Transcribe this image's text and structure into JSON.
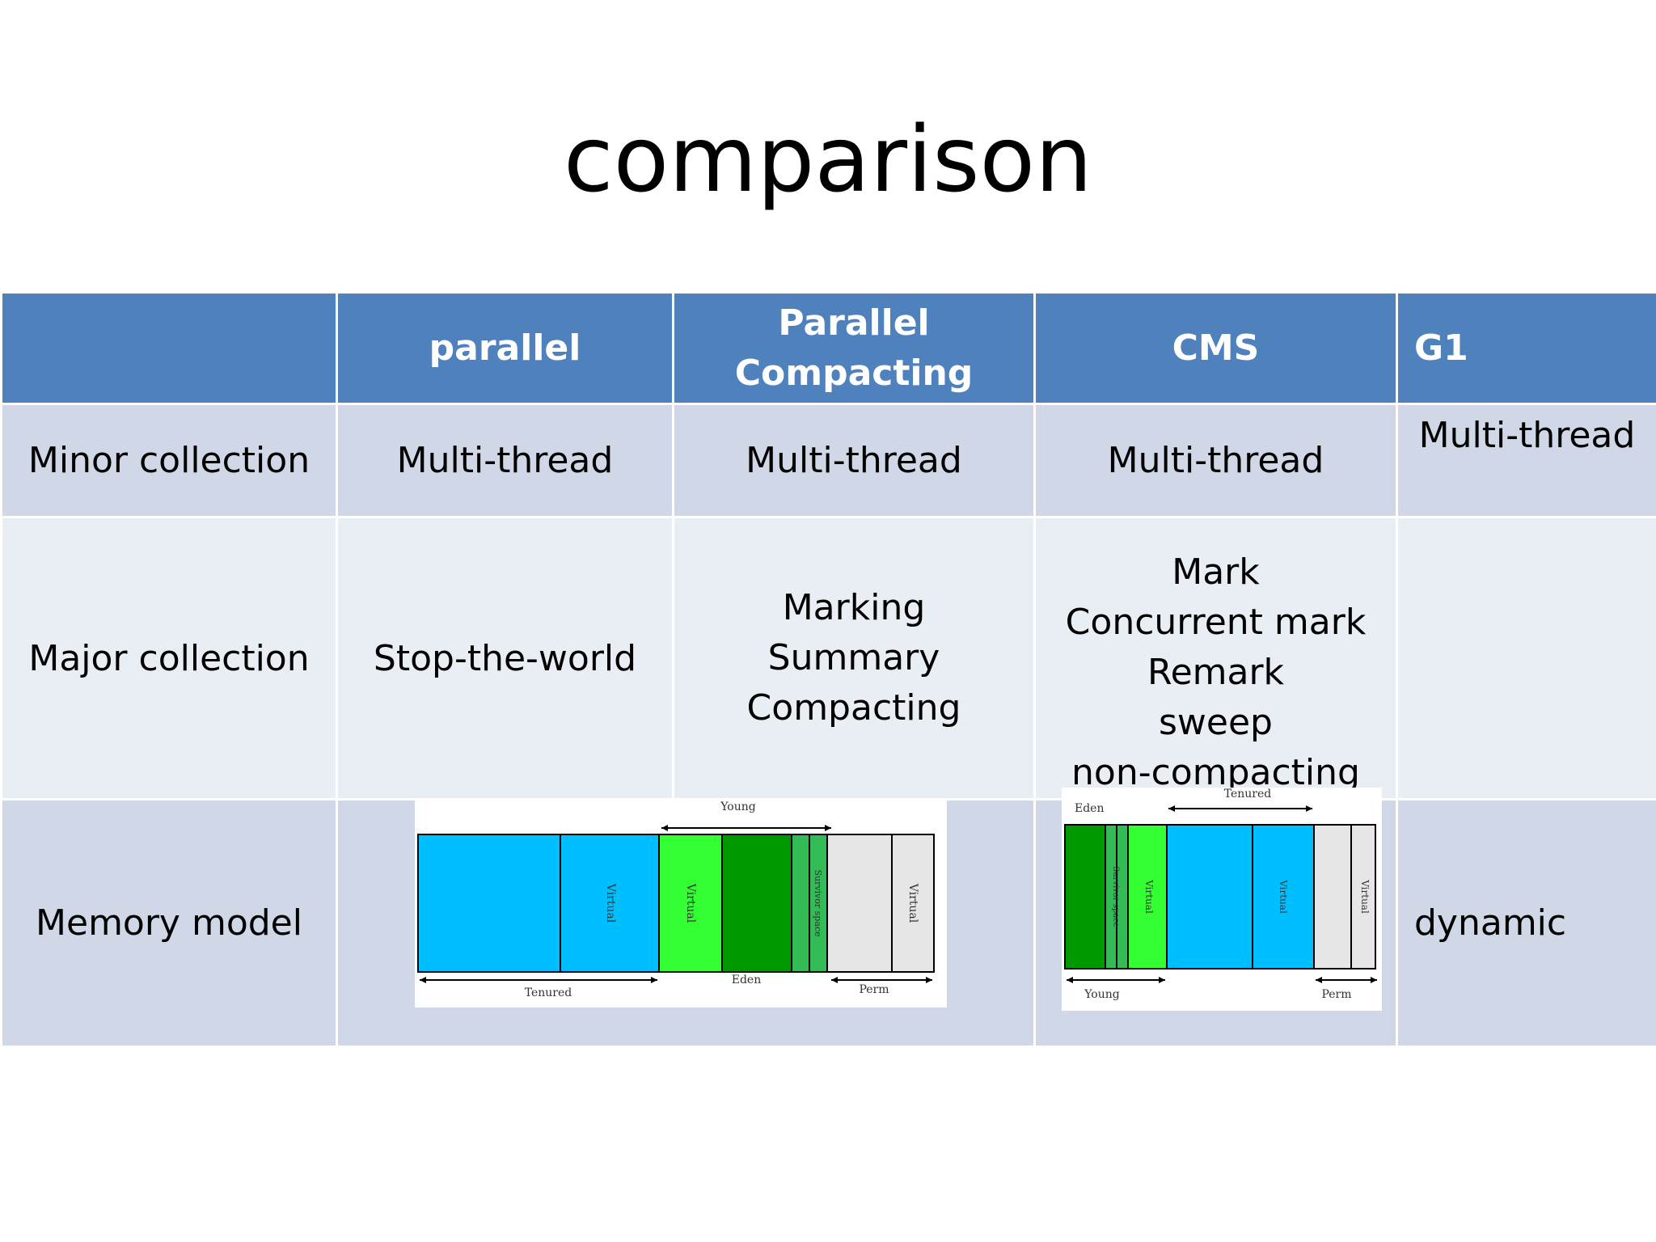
{
  "title": "comparison",
  "table": {
    "headers": [
      "",
      "parallel",
      "Parallel Compacting",
      "CMS",
      "G1"
    ],
    "header_parallel_compacting_lines": [
      "Parallel",
      "Compacting"
    ],
    "rows": {
      "minor": {
        "label": "Minor collection",
        "parallel": "Multi-thread",
        "parallel_compacting": "Multi-thread",
        "cms": "Multi-thread",
        "g1": "Multi-thread"
      },
      "major": {
        "label": "Major collection",
        "parallel": "Stop-the-world",
        "parallel_compacting": [
          "Marking",
          "Summary",
          "Compacting"
        ],
        "cms": [
          "Mark",
          "Concurrent mark",
          "Remark",
          "sweep",
          "non-compacting"
        ],
        "g1": ""
      },
      "memory": {
        "label": "Memory model",
        "g1": "dynamic"
      }
    }
  },
  "diagrams": {
    "parallel": {
      "top_label": "Young",
      "bottom_labels": [
        "Tenured",
        "Eden",
        "Perm"
      ],
      "segment_labels": [
        "Virtual",
        "Virtual",
        "Survivor space",
        "Virtual"
      ]
    },
    "cms": {
      "top_label": "Tenured",
      "corner_label": "Eden",
      "bottom_labels": [
        "Young",
        "Perm"
      ],
      "segment_labels": [
        "Survivor space",
        "Virtual",
        "Virtual",
        "Virtual"
      ]
    }
  },
  "colors": {
    "header_bg": "#4f81bd",
    "row_dark": "#d0d8e8",
    "row_light": "#e9edf4",
    "cyan": "#00bfff",
    "bright_green": "#33ff33",
    "dark_green": "#009900",
    "mid_green": "#33bb55",
    "light_gray": "#e6e6e6"
  }
}
